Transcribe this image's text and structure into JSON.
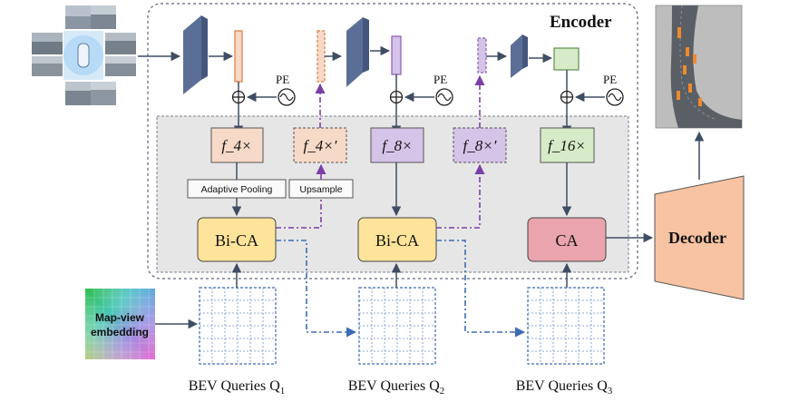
{
  "encoder": {
    "title": "Encoder"
  },
  "decoder": {
    "label": "Decoder"
  },
  "pe_label": "PE",
  "features": {
    "f4": "f_4×",
    "f4p": "f_4×′",
    "f8": "f_8×",
    "f8p": "f_8×′",
    "f16": "f_16×"
  },
  "ops": {
    "adaptive_pooling": "Adaptive Pooling",
    "upsample": "Upsample"
  },
  "attention": {
    "bica": "Bi-CA",
    "ca": "CA"
  },
  "embedding": {
    "line1": "Map-view",
    "line2": "embedding"
  },
  "queries": {
    "prefix": "BEV Queries Q",
    "q1": "1",
    "q2": "2",
    "q3": "3"
  },
  "colors": {
    "orange_feature": "#f6d9c7",
    "purple_feature": "#d6c3e8",
    "green_feature": "#d6ebc8",
    "bica_fill": "#fde49a",
    "ca_fill": "#e9a4ad",
    "decoder_fill": "#f7c3a2",
    "panel_fill": "#e6e6e6",
    "purple_arrow": "#7b3fa8",
    "blue_arrow": "#3d6bb4",
    "backbone_blue": "#5b6f96"
  }
}
